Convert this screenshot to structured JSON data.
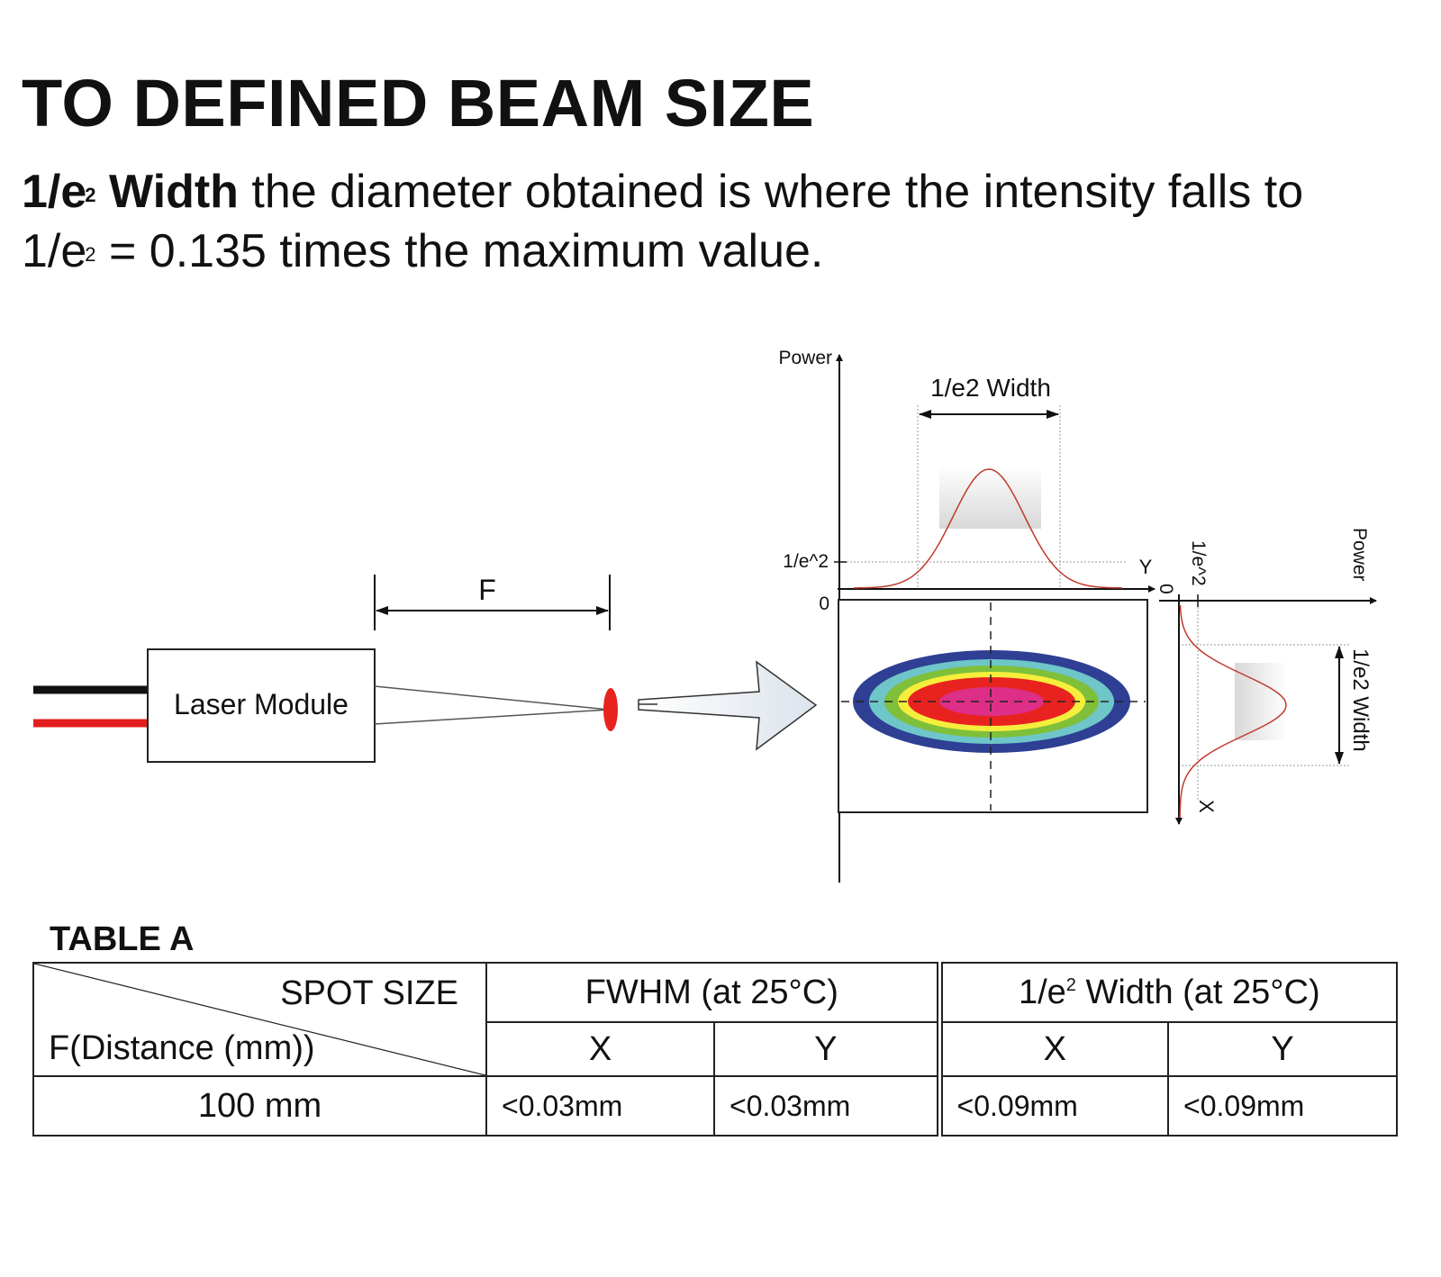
{
  "heading": "TO DEFINED BEAM SIZE",
  "description": {
    "bold_lead": "1/e",
    "bold_lead_sup": "2",
    "bold_word": " Width",
    "line1_rest": " the diameter obtained is where the intensity falls to",
    "line2_base": "1/e",
    "line2_sup": "2",
    "line2_rest": " = 0.135 times the maximum value."
  },
  "diagram": {
    "module_label": "Laser Module",
    "distance_label": "F",
    "top_axis_label": "Power",
    "top_threshold_label": "1/e^2",
    "top_zero_label": "0",
    "top_width_label": "1/e2 Width",
    "top_axis_end": "Y",
    "side_axis_label": "Power",
    "side_threshold_label": "1/e^2",
    "side_zero_label": "0",
    "side_width_label": "1/e2 Width",
    "side_axis_end": "X",
    "beam_colors": [
      "#2e3f94",
      "#6ec6c8",
      "#7fbf3a",
      "#f5ee3c",
      "#e8231f",
      "#dd2f87"
    ],
    "wire_colors": [
      "#111111",
      "#e41e1e"
    ],
    "spot_color": "#e8231f",
    "curve_color": "#c0392b"
  },
  "table": {
    "label": "TABLE A",
    "corner_top": "SPOT SIZE",
    "corner_bottom": "F(Distance (mm))",
    "group1": "FWHM (at 25°C)",
    "group2_base": "1/e",
    "group2_sup": "2",
    "group2_rest": " Width (at 25°C)",
    "sub_headers": [
      "X",
      "Y",
      "X",
      "Y"
    ],
    "rows": [
      {
        "distance": "100 mm",
        "fwhm_x": "<0.03mm",
        "fwhm_y": "<0.03mm",
        "e2_x": "<0.09mm",
        "e2_y": "<0.09mm"
      }
    ]
  }
}
